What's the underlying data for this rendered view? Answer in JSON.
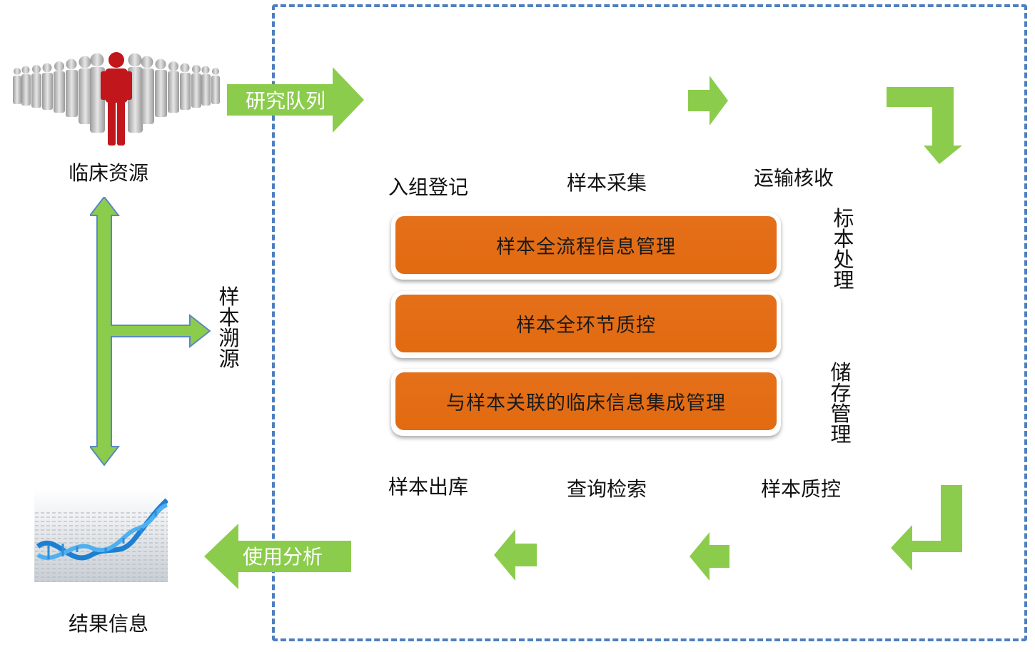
{
  "sources": {
    "clinical_label": "临床资源",
    "result_label": "结果信息"
  },
  "flow_arrows": {
    "cohort_label": "研究队列",
    "analysis_label": "使用分析",
    "trace_label": "样本溯源"
  },
  "steps": {
    "enroll": "入组登记",
    "collect": "样本采集",
    "transport": "运输核收",
    "process": "标本处理",
    "storage": "储存管理",
    "qc": "样本质控",
    "search": "查询检索",
    "outbound": "样本出库"
  },
  "core_boxes": [
    {
      "label": "样本全流程信息管理"
    },
    {
      "label": "样本全环节质控"
    },
    {
      "label": "与样本关联的临床信息集成管理"
    }
  ],
  "colors": {
    "arrow_green": "#8ccc4c",
    "arrow_green_dark": "#6aa83a",
    "box_orange": "#e26a10",
    "frame_blue": "#4f7fc0",
    "figure_red": "#c0161c",
    "figure_gray": "#bdbdbd",
    "dna_blue": "#2a8fdc"
  },
  "icons": [
    "people-crowd-icon",
    "dna-helix-icon"
  ]
}
